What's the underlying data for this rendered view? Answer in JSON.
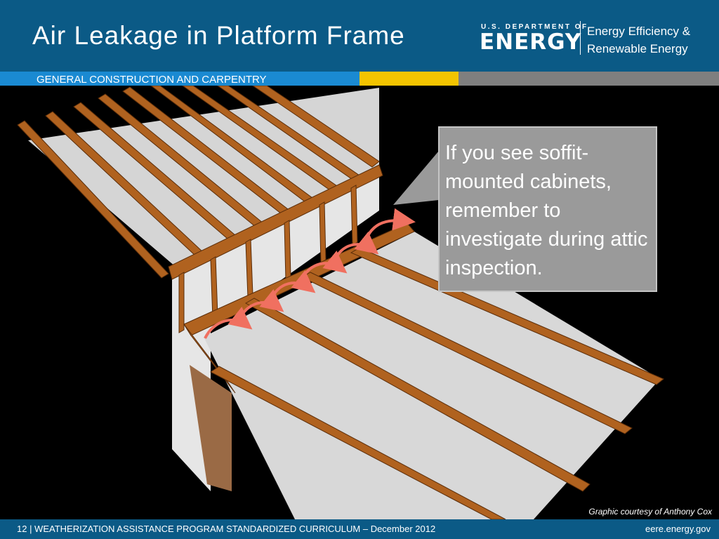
{
  "slide": {
    "title": "Air Leakage in Platform Frame",
    "subtitle": "GENERAL CONSTRUCTION AND CARPENTRY"
  },
  "logo": {
    "dept_line": "U.S. DEPARTMENT OF",
    "dept_name": "ENERGY",
    "office_line1": "Energy Efficiency &",
    "office_line2": "Renewable Energy"
  },
  "callout": {
    "text": "If you see soffit-mounted cabinets, remember to investigate during attic inspection."
  },
  "credit": "Graphic courtesy of Anthony Cox",
  "footer": {
    "left": "12 | WEATHERIZATION ASSISTANCE PROGRAM STANDARDIZED CURRICULUM – December 2012",
    "right": "eere.energy.gov"
  },
  "colors": {
    "header": "#0b5a86",
    "stripe_blue": "#1a8ad2",
    "stripe_yellow": "#f3c400",
    "stripe_gray": "#7f7f7f",
    "wood": "#b0621f",
    "arrow": "#f07060"
  }
}
